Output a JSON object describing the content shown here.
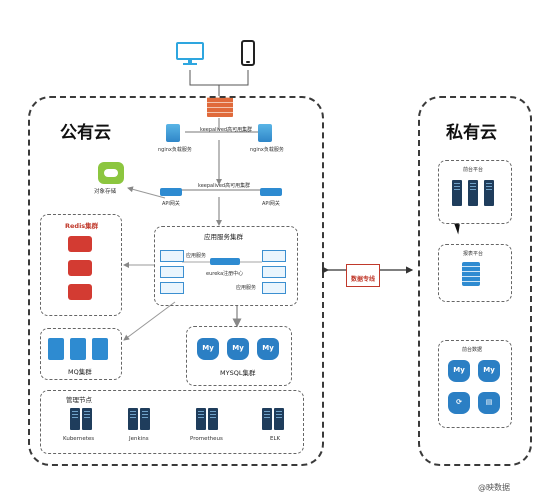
{
  "public_cloud": {
    "title": "公有云",
    "load_balancer_top": "keepalived高可用集群",
    "nginx_left": "nginx负载服务",
    "nginx_right": "nginx负载服务",
    "object_storage": "对象存储",
    "gateway_lb": "keepalived高可用集群",
    "api_left": "API网关",
    "api_right": "API网关",
    "app_cluster": "应用服务集群",
    "app_service_label": "应用服务",
    "registry": "eureka注册中心",
    "redis_cluster": "Redis集群",
    "mq_cluster": "MQ集群",
    "mysql_cluster": "MYSQL集群",
    "mgmt_title": "管理节点",
    "mgmt_items": [
      "Kubernetes",
      "Jenkins",
      "Prometheus",
      "ELK"
    ]
  },
  "private_cloud": {
    "title": "私有云",
    "platform_1": "前台平台",
    "platform_2": "报表平台",
    "data_group": "前台数据"
  },
  "link": {
    "label": "数据专线"
  },
  "watermark": "@映数据"
}
